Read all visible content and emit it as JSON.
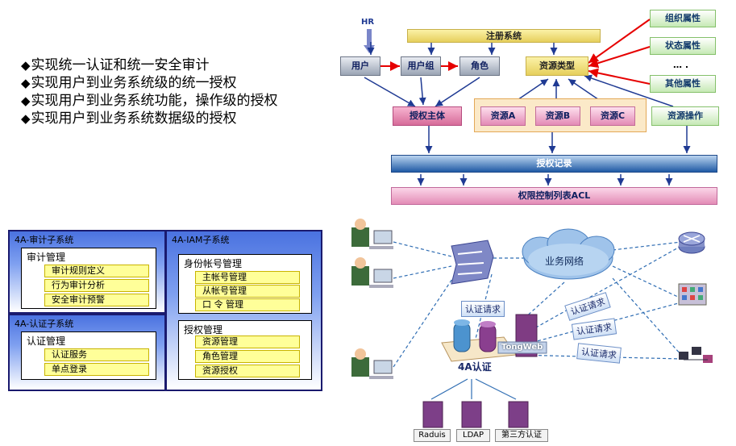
{
  "bullets": [
    {
      "marker": "◆",
      "text": "实现统一认证和统一安全审计"
    },
    {
      "marker": "◆",
      "text": "实现用户到业务系统级的统一授权"
    },
    {
      "marker": "◆",
      "text": "实现用户到业务系统功能，操作级的授权"
    },
    {
      "marker": "◆",
      "text": "实现用户到业务系统数据级的授权"
    }
  ],
  "auth_diagram": {
    "hr_label": "HR",
    "register_system": "注册系统",
    "user": "用户",
    "user_group": "用户组",
    "role": "角色",
    "resource_type": "资源类型",
    "attributes": [
      "组织属性",
      "状态属性",
      "… .",
      "其他属性"
    ],
    "auth_subject": "授权主体",
    "resources": [
      "资源A",
      "资源B",
      "资源C"
    ],
    "resource_operation": "资源操作",
    "auth_record": "授权记录",
    "acl": "权限控制列表ACL",
    "colors": {
      "red_arrow": "#e60000",
      "blue_arrow": "#1f3a93"
    }
  },
  "subsystems": {
    "audit": {
      "title": "4A-审计子系统",
      "group": "审计管理",
      "items": [
        "审计规则定义",
        "行为审计分析",
        "安全审计预警"
      ]
    },
    "iam": {
      "title": "4A-IAM子系统",
      "identity_group": "身份帐号管理",
      "identity_items": [
        "主帐号管理",
        "从帐号管理",
        "口 令 管理"
      ],
      "auth_group": "授权管理",
      "auth_items": [
        "资源管理",
        "角色管理",
        "资源授权"
      ]
    },
    "authn": {
      "title": "4A-认证子系统",
      "group": "认证管理",
      "items": [
        "认证服务",
        "单点登录"
      ]
    }
  },
  "network": {
    "cloud_label": "业务网络",
    "auth_requests": [
      "认证请求",
      "认证请求",
      "认证请求",
      "认证请求"
    ],
    "center_label": "4A认证",
    "server_brand": "TongWeb",
    "backends": [
      "Raduis",
      "LDAP",
      "第三方认证"
    ]
  }
}
